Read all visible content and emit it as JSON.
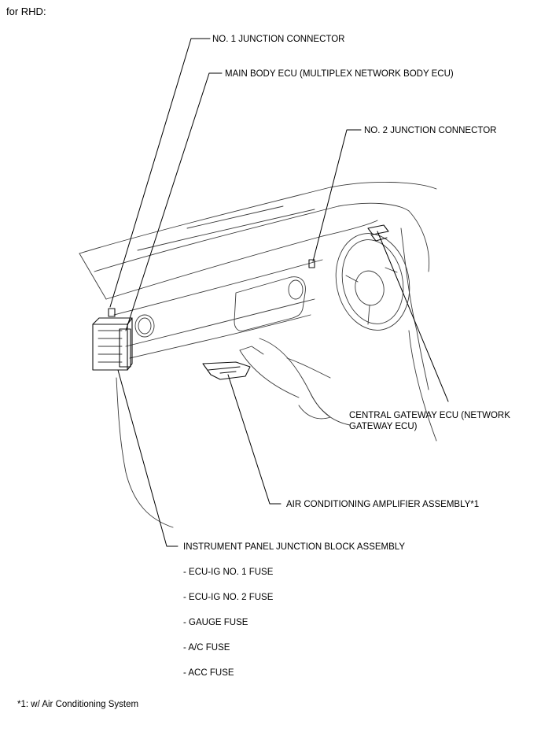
{
  "header": "for RHD:",
  "labels": {
    "no1_junction_connector": "NO. 1 JUNCTION CONNECTOR",
    "main_body_ecu": "MAIN BODY ECU (MULTIPLEX NETWORK BODY ECU)",
    "no2_junction_connector": "NO. 2 JUNCTION CONNECTOR",
    "central_gateway_ecu_line1": "CENTRAL GATEWAY ECU (NETWORK",
    "central_gateway_ecu_line2": "GATEWAY ECU)",
    "air_conditioning_amplifier": "AIR CONDITIONING AMPLIFIER ASSEMBLY*1",
    "instrument_panel_junction_block": "INSTRUMENT PANEL JUNCTION BLOCK ASSEMBLY"
  },
  "fuses": [
    "- ECU-IG NO. 1 FUSE",
    "- ECU-IG NO. 2 FUSE",
    "- GAUGE FUSE",
    "- A/C FUSE",
    "- ACC FUSE"
  ],
  "footnote": "*1: w/ Air Conditioning System"
}
